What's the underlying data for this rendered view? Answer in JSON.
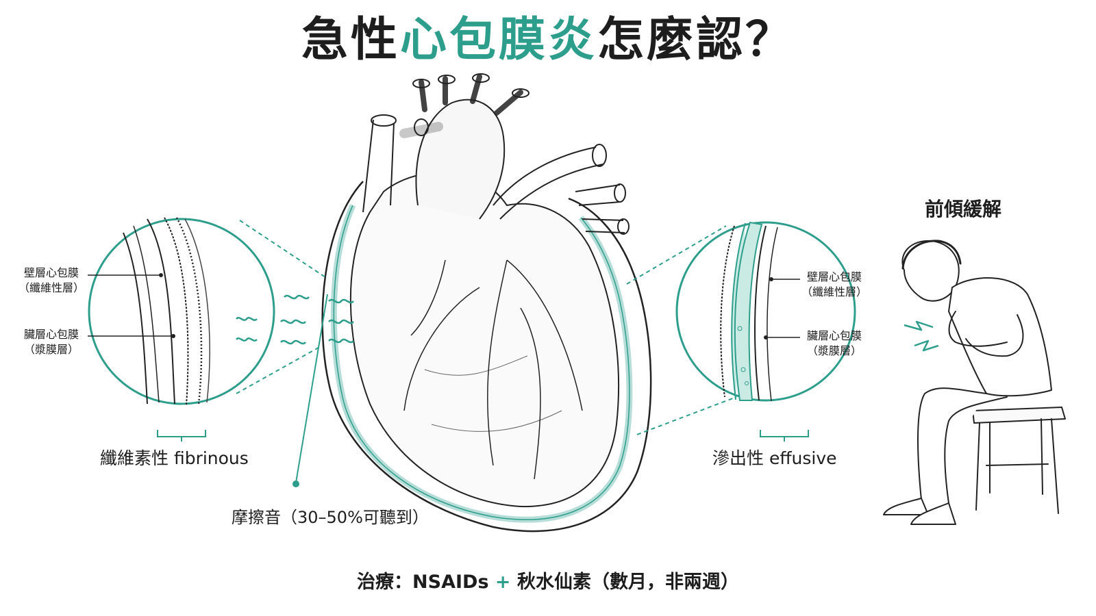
{
  "title": {
    "part1": "急性",
    "accent": "心包膜炎",
    "part2": "怎麼認？"
  },
  "left_panel": {
    "label_parietal": "壁層心包膜",
    "label_parietal_sub": "（纖維性層）",
    "label_visceral": "臟層心包膜",
    "label_visceral_sub": "（漿膜層）",
    "caption": "纖維素性 fibrinous"
  },
  "right_panel": {
    "label_parietal": "壁層心包膜",
    "label_parietal_sub": "（纖維性層）",
    "label_visceral": "臟層心包膜",
    "label_visceral_sub": "（漿膜層）",
    "caption": "滲出性 effusive"
  },
  "friction_rub": "摩擦音（30–50%可聽到）",
  "lean_forward": "前傾緩解",
  "footer": {
    "prefix": "治療：NSAIDs",
    "plus": "+",
    "suffix": "秋水仙素（數月，非兩週）"
  },
  "colors": {
    "accent": "#2e9e8c",
    "line": "#222222",
    "fluid": "#c9ebe4"
  }
}
